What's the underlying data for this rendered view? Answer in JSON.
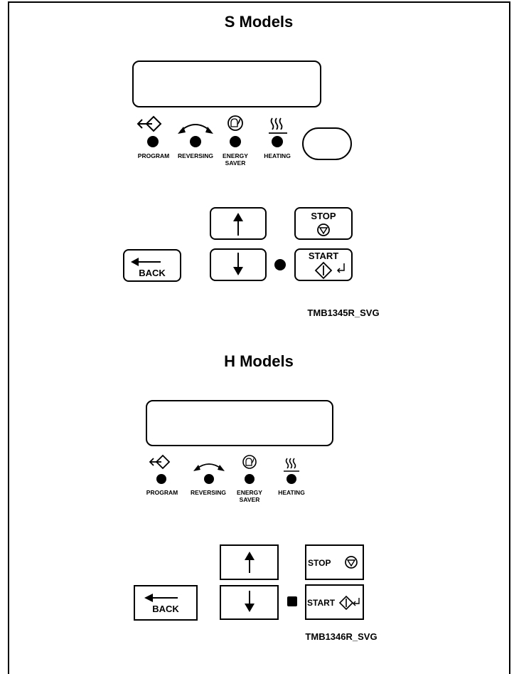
{
  "s_models": {
    "title": "S Models",
    "indicators": {
      "program": "PROGRAM",
      "reversing": "REVERSING",
      "energy_saver_line1": "ENERGY",
      "energy_saver_line2": "SAVER",
      "heating": "HEATING"
    },
    "buttons": {
      "back": "BACK",
      "stop": "STOP",
      "start": "START"
    },
    "reference": "TMB1345R_SVG"
  },
  "h_models": {
    "title": "H Models",
    "indicators": {
      "program": "PROGRAM",
      "reversing": "REVERSING",
      "energy_saver_line1": "ENERGY",
      "energy_saver_line2": "SAVER",
      "heating": "HEATING"
    },
    "buttons": {
      "back": "BACK",
      "stop": "STOP",
      "start": "START"
    },
    "reference": "TMB1346R_SVG"
  },
  "icons": [
    "program-icon",
    "reversing-icon",
    "energy-saver-icon",
    "heating-icon",
    "arrow-up-icon",
    "arrow-down-icon",
    "back-arrow-icon",
    "stop-icon",
    "start-icon",
    "enter-icon"
  ]
}
